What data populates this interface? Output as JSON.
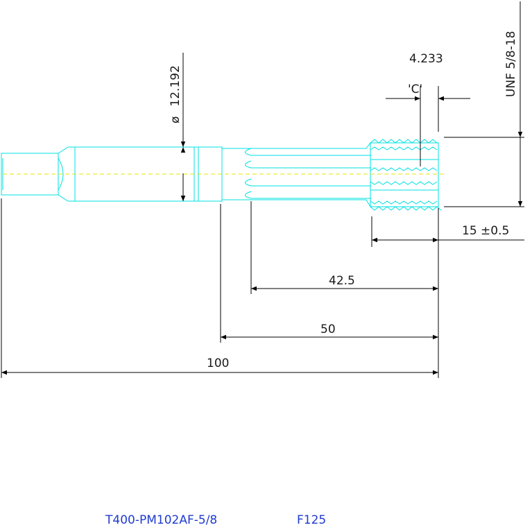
{
  "drawing": {
    "dims": {
      "diameter_symbol": "ø",
      "diameter": "12.192",
      "pitch": "4.233",
      "c_mark": "'C'",
      "thread_spec": "UNF 5/8-18",
      "thread_length": "15 ±0.5",
      "len_42_5": "42.5",
      "len_50": "50",
      "len_100": "100"
    },
    "caption": {
      "part_no": "T400-PM102AF-5/8",
      "code": "F125"
    }
  },
  "colors": {
    "part_outline": "#00e0e0",
    "dimension": "#000000",
    "centerline": "#e6e600",
    "caption": "#1f3ad0"
  }
}
